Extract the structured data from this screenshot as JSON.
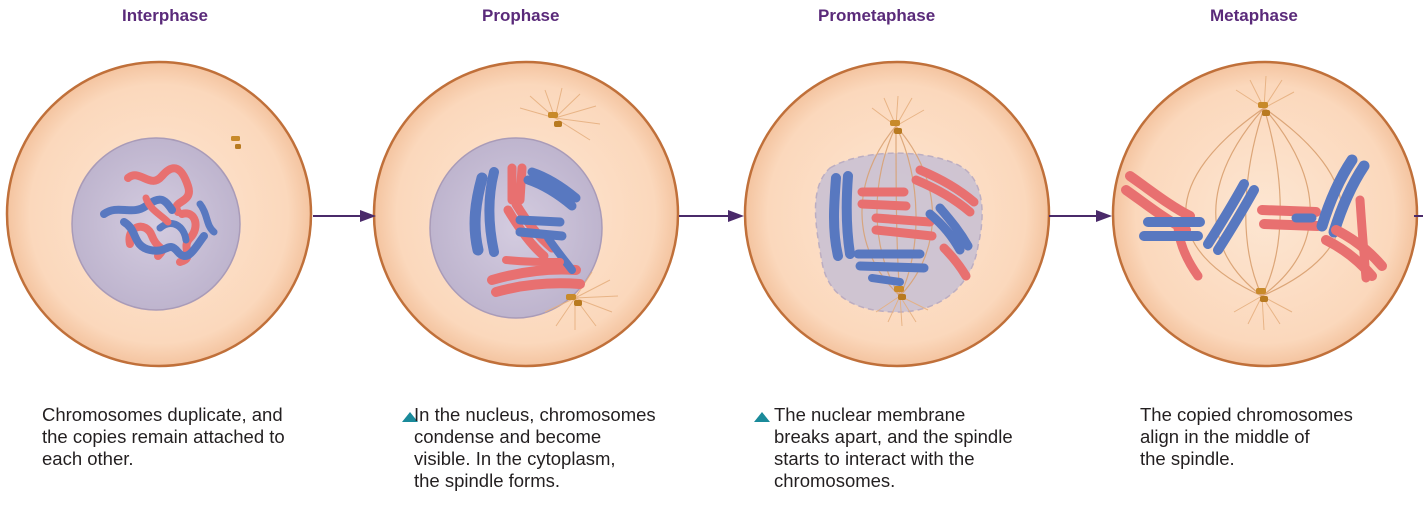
{
  "stages": [
    {
      "title": "Interphase",
      "caption": [
        "Chromosomes duplicate, and",
        "the copies remain attached to",
        "each other."
      ]
    },
    {
      "title": "Prophase",
      "caption": [
        "In the nucleus, chromosomes",
        "condense and become",
        "visible. In the cytoplasm,",
        "the spindle forms."
      ]
    },
    {
      "title": "Prometaphase",
      "caption": [
        "The nuclear membrane",
        "breaks apart, and the spindle",
        "starts to interact with the",
        "chromosomes."
      ]
    },
    {
      "title": "Metaphase",
      "caption": [
        "The copied chromosomes",
        "align in the middle of",
        "the spindle."
      ]
    }
  ],
  "colors": {
    "title": "#5a2a7a",
    "cell_fill": "#fbdcc4",
    "cell_border": "#c0703a",
    "nucleus_fill": "#c8c0d4",
    "chromosome_red": "#e87070",
    "chromosome_blue": "#5878c0",
    "spindle": "#d9a070",
    "arrow": "#4a2a6a",
    "bullet": "#1a8a9a"
  }
}
